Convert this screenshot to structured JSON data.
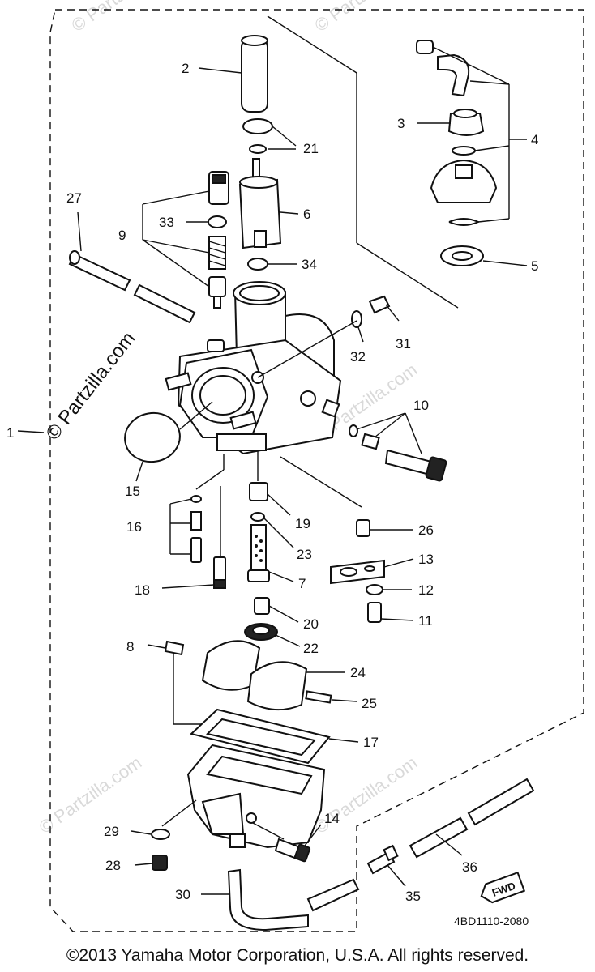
{
  "diagram": {
    "drawing_number": "4BD1110-2080",
    "fwd_label": "FWD",
    "watermark_text": "© Partzilla.com",
    "callouts": [
      "1",
      "2",
      "3",
      "4",
      "5",
      "6",
      "7",
      "8",
      "9",
      "10",
      "11",
      "12",
      "13",
      "14",
      "15",
      "16",
      "17",
      "18",
      "19",
      "20",
      "21",
      "22",
      "23",
      "24",
      "25",
      "26",
      "27",
      "28",
      "29",
      "30",
      "31",
      "32",
      "33",
      "34",
      "35",
      "36"
    ]
  },
  "footer": {
    "copyright": "©2013 Yamaha Motor Corporation, U.S.A. All rights reserved."
  }
}
